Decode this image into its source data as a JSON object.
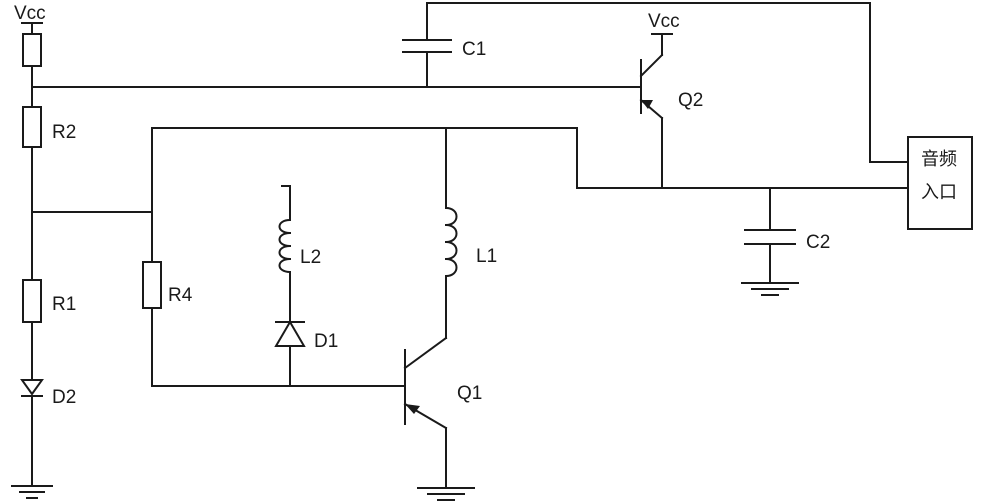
{
  "labels": {
    "vcc_left": "Vcc",
    "vcc_right": "Vcc",
    "r1": "R1",
    "r2": "R2",
    "r4": "R4",
    "c1": "C1",
    "c2": "C2",
    "l1": "L1",
    "l2": "L2",
    "d1": "D1",
    "d2": "D2",
    "q1": "Q1",
    "q2": "Q2",
    "audio_input_line1": "音频",
    "audio_input_line2": "入口"
  }
}
